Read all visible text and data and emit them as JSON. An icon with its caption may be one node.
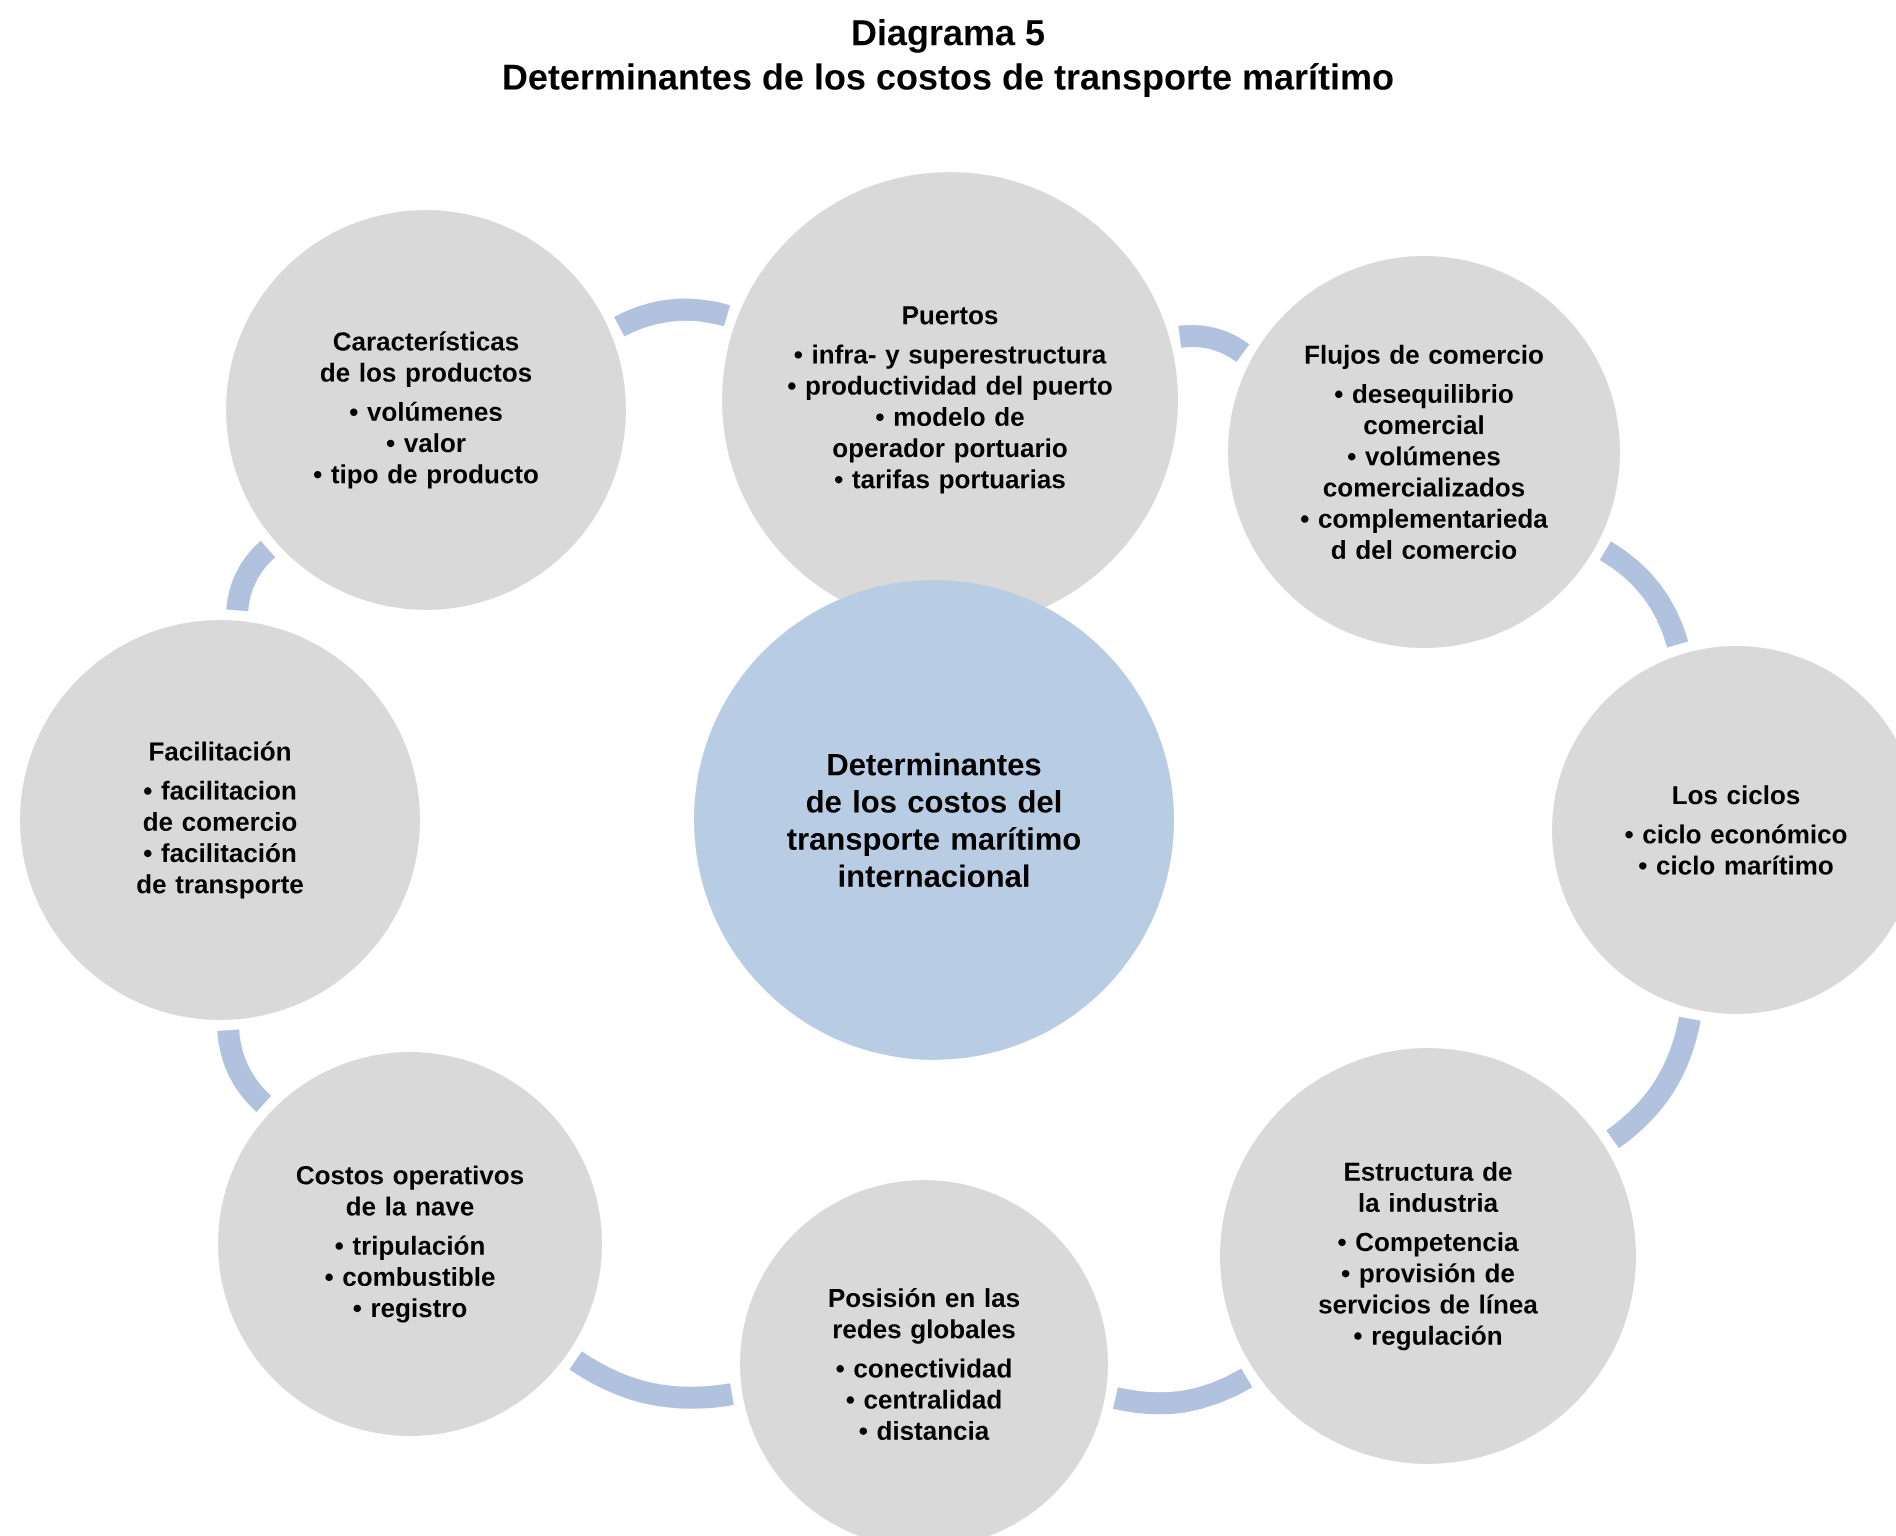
{
  "diagram": {
    "title": "Diagrama 5",
    "labels": [
      "Determinantes de los costos de transporte marítimo"
    ],
    "nodes": [
      {
        "text": [
          "Puertos",
          "• infra- y superestructura",
          "• productividad del puerto",
          "• modelo de operador portuario",
          "• tarifas portuarias"
        ]
      },
      {
        "text": [
          "Flujos de comercio",
          "• desequilibrio comercial",
          "• volúmenes comercializados",
          "• complementarieda d del comercio"
        ]
      },
      {
        "text": [
          "Los ciclos",
          "• ciclo económico",
          "• ciclo marítimo"
        ]
      },
      {
        "text": [
          "Estructura de la industria",
          "• Competencia",
          "• provisión de servicios de línea",
          "• regulación"
        ]
      },
      {
        "text": [
          "Posisión en las redes globales",
          "• conectividad",
          "• centralidad",
          "• distancia"
        ]
      },
      {
        "text": [
          "Costos operativos de la nave",
          "• tripulación",
          "• combustible",
          "• registro"
        ]
      },
      {
        "text": [
          "Facilitación",
          "• facilitacion de comercio",
          "• facilitación de transporte"
        ]
      },
      {
        "text": [
          "Características de los productos",
          "• volúmenes",
          "• valor",
          "• tipo de producto"
        ]
      },
      {
        "text": [
          "Determinantes de los costos del transporte marítimo internacional"
        ]
      }
    ],
    "edges": [
      {
        "from": 0,
        "to": 1,
        "arrow": "none"
      },
      {
        "from": 1,
        "to": 2,
        "arrow": "none"
      },
      {
        "from": 2,
        "to": 3,
        "arrow": "none"
      },
      {
        "from": 3,
        "to": 4,
        "arrow": "none"
      },
      {
        "from": 4,
        "to": 5,
        "arrow": "none"
      },
      {
        "from": 5,
        "to": 6,
        "arrow": "none"
      },
      {
        "from": 6,
        "to": 7,
        "arrow": "none"
      },
      {
        "from": 7,
        "to": 0,
        "arrow": "none"
      }
    ]
  }
}
